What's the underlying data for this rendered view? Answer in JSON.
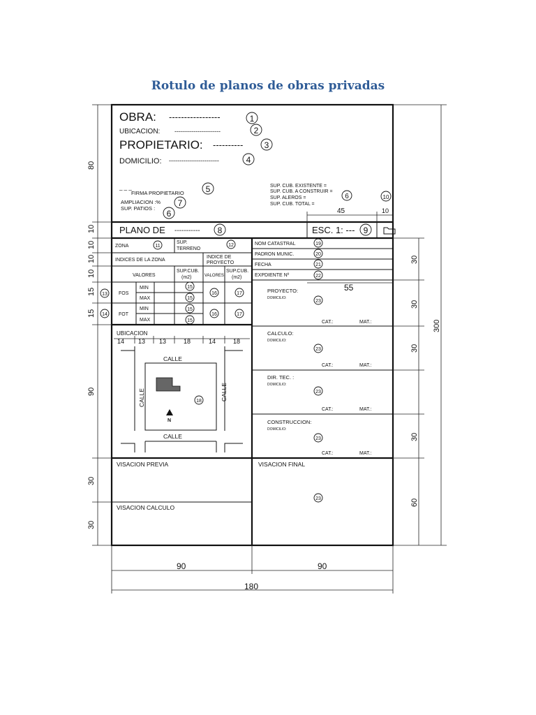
{
  "title": "Rotulo de planos de obras privadas",
  "header": {
    "obra": "OBRA:",
    "obra_dashes": "-----------------",
    "ubicacion": "UBICACION:",
    "ubicacion_dashes": "----------------------",
    "propietario": "PROPIETARIO:",
    "propietario_dashes": "----------",
    "domicilio": "DOMICILIO:",
    "domicilio_dashes": "------------------------",
    "firma": "FIRMA PROPIETARIO",
    "firma_dash": "_ _ _",
    "ampliacion": "AMPLIACION   :%",
    "sup_patios": "SUP. PATIOS   :",
    "sup_existente": "SUP. CUB. EXISTENTE   =",
    "sup_construir": "SUP. CUB. A CONSTRUIR =",
    "sup_aleros": "SUP. ALEROS             =",
    "sup_total": "SUP. CUB. TOTAL        ="
  },
  "plano": {
    "plano_de": "PLANO DE",
    "plano_dashes": "-----------",
    "escala": "ESC. 1: ---"
  },
  "cells": {
    "zona": "ZONA",
    "sup_terreno_1": "SUP.",
    "sup_terreno_2": "TERRENO",
    "indices_zona": "INDICES DE LA ZONA",
    "indice_proyecto_1": "INDICE DE",
    "indice_proyecto_2": "PROYECTO",
    "valores": "VALORES",
    "sup_cub_1": "SUP.CUB.",
    "sup_cub_2": "(m2)",
    "valores_small": "VALORES",
    "sup_cub_b1": "SUP.CUB.",
    "sup_cub_b2": "(m2)",
    "fos": "FOS",
    "fot": "FOT",
    "min": "MIN",
    "max": "MAX",
    "nom_catastral": "NOM CATASTRAL",
    "padron": "PADRON MUNIC.",
    "fecha": "FECHA",
    "expdiente": "EXPDIENTE Nº"
  },
  "professionals": [
    {
      "title": "PROYECTO:",
      "domicilio": "DOMICILIO:",
      "cat": "CAT.:",
      "mat": "MAT.:"
    },
    {
      "title": "CALCULO:",
      "domicilio": "DOMICILIO:",
      "cat": "CAT.:",
      "mat": "MAT.:"
    },
    {
      "title": "DIR. TEC. :",
      "domicilio": "DOMICILIO:",
      "cat": "CAT.:",
      "mat": "MAT.:"
    },
    {
      "title": "CONSTRUCCION:",
      "domicilio": "DOMICILIO:",
      "cat": "CAT.:",
      "mat": "MAT.:"
    }
  ],
  "location": {
    "label": "UBICACION",
    "street_top": "CALLE",
    "street_bottom": "CALLE",
    "street_left": "CALLE",
    "street_right": "CALLE",
    "north": "N",
    "dims": [
      "14",
      "13",
      "13",
      "18",
      "14",
      "18"
    ]
  },
  "visacion": {
    "previa": "VISACION PREVIA",
    "calculo": "VISACION CALCULO",
    "final": "VISACION FINAL"
  },
  "markers": [
    "1",
    "2",
    "3",
    "4",
    "5",
    "6",
    "7",
    "6",
    "10",
    "8",
    "9",
    "11",
    "12",
    "19",
    "20",
    "21",
    "22",
    "15",
    "16",
    "17",
    "13",
    "14",
    "15",
    "15",
    "16",
    "17",
    "15",
    "23",
    "23",
    "23",
    "23",
    "18",
    "23"
  ],
  "dimensions": {
    "left_80": "80",
    "left_10a": "10",
    "left_10b": "10",
    "left_10c": "10",
    "left_10d": "10",
    "left_15a": "15",
    "left_15b": "15",
    "left_90": "90",
    "left_30a": "30",
    "left_30b": "30",
    "right_30a": "30",
    "right_30b": "30",
    "right_30c": "30",
    "right_30d": "30",
    "right_60": "60",
    "right_300": "300",
    "dim_45": "45",
    "dim_10": "10",
    "dim_55": "55",
    "bottom_90a": "90",
    "bottom_90b": "90",
    "bottom_180": "180"
  }
}
